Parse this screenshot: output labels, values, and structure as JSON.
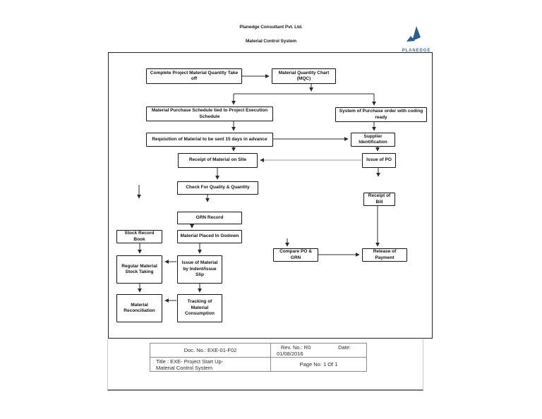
{
  "header": {
    "company": "Planedge Consultant Pvt. Ltd.",
    "document_title": "Material Control System",
    "logo_text": "PLANEDGE"
  },
  "colors": {
    "logo_blue": "#2c5f8e",
    "connector": "#2b2b2b",
    "faded_connector": "#9a9a9a"
  },
  "flowchart": {
    "nodes": {
      "takeoff": {
        "label": "Complete Project Material Quantity Take off"
      },
      "mqc": {
        "label": "Material Quantity Chart (MQC)"
      },
      "schedule": {
        "label": "Material Purchase Schedule tied to Project Execution Schedule"
      },
      "posystem": {
        "label": "System of Purchase order with coding ready"
      },
      "requisition": {
        "label": "Requisition of Material to be sent 15 days in advance"
      },
      "supplier": {
        "label": "Supplier Identification"
      },
      "receiptsite": {
        "label": "Receipt of Material on Site"
      },
      "issuepo": {
        "label": "Issue of PO"
      },
      "check": {
        "label": "Check For Quality & Quantity"
      },
      "receiptbill": {
        "label": "Receipt of Bill"
      },
      "grn": {
        "label": "GRN Record"
      },
      "stockrecord": {
        "label": "Stock Record Book"
      },
      "godown": {
        "label": "Material Placed In Godown"
      },
      "compare": {
        "label": "Compare PO & GRN"
      },
      "release": {
        "label": "Release of Payment"
      },
      "regstock": {
        "label": "Regular Material Stock Taking"
      },
      "issuemat": {
        "label": "Issue of Material by Indent/Issue Slip"
      },
      "reconciliation": {
        "label": "Material Reconciliation"
      },
      "tracking": {
        "label": "Tracking of Material Consumption"
      }
    }
  },
  "footer_table": {
    "doc_no": "Doc. No.: EXE-01-F02",
    "rev_no": "Rev. No.: R0",
    "date_label": "Date:",
    "date_value": "01/08/2016",
    "title_line1": "Title : EXE- Project Start Up-",
    "title_line2": "Material Control System",
    "page_no": "Page No: 1 Of 1"
  }
}
